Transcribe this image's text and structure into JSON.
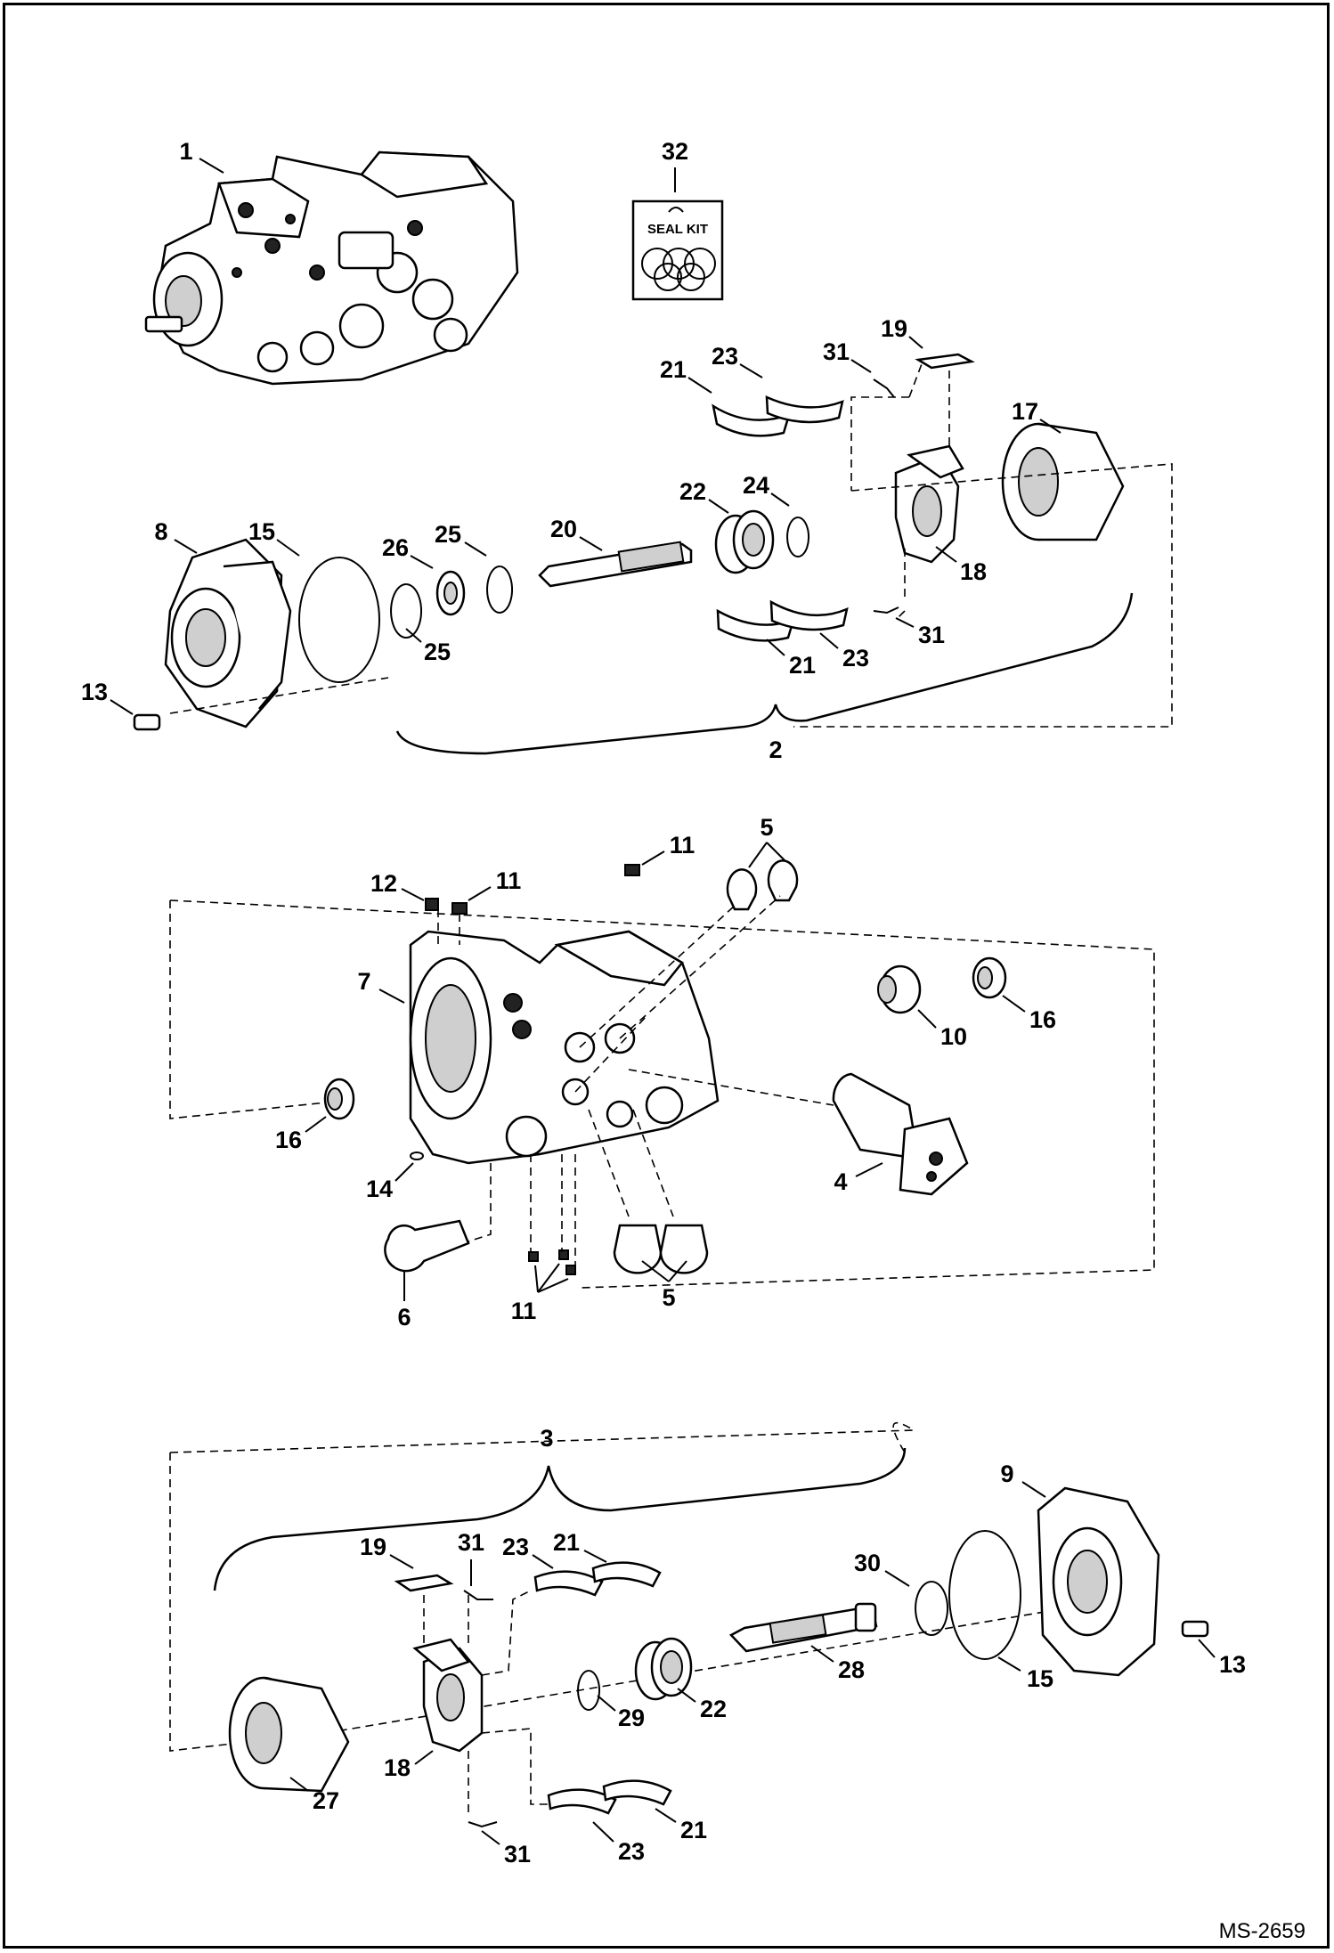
{
  "doc_id": "MS-2659",
  "seal_kit_text": "SEAL KIT",
  "callouts": [
    {
      "id": "c1",
      "text": "1"
    },
    {
      "id": "c32",
      "text": "32"
    },
    {
      "id": "c19a",
      "text": "19"
    },
    {
      "id": "c31a",
      "text": "31"
    },
    {
      "id": "c23a",
      "text": "23"
    },
    {
      "id": "c21a",
      "text": "21"
    },
    {
      "id": "c17",
      "text": "17"
    },
    {
      "id": "c8",
      "text": "8"
    },
    {
      "id": "c15a",
      "text": "15"
    },
    {
      "id": "c26",
      "text": "26"
    },
    {
      "id": "c25a",
      "text": "25"
    },
    {
      "id": "c20",
      "text": "20"
    },
    {
      "id": "c22a",
      "text": "22"
    },
    {
      "id": "c24",
      "text": "24"
    },
    {
      "id": "c18a",
      "text": "18"
    },
    {
      "id": "c25b",
      "text": "25"
    },
    {
      "id": "c31b",
      "text": "31"
    },
    {
      "id": "c21b",
      "text": "21"
    },
    {
      "id": "c23b",
      "text": "23"
    },
    {
      "id": "c13a",
      "text": "13"
    },
    {
      "id": "c2",
      "text": "2"
    },
    {
      "id": "c5a",
      "text": "5"
    },
    {
      "id": "c11a",
      "text": "11"
    },
    {
      "id": "c12",
      "text": "12"
    },
    {
      "id": "c11b",
      "text": "11"
    },
    {
      "id": "c7",
      "text": "7"
    },
    {
      "id": "c10",
      "text": "10"
    },
    {
      "id": "c16a",
      "text": "16"
    },
    {
      "id": "c16b",
      "text": "16"
    },
    {
      "id": "c14",
      "text": "14"
    },
    {
      "id": "c4",
      "text": "4"
    },
    {
      "id": "c6",
      "text": "6"
    },
    {
      "id": "c11c",
      "text": "11"
    },
    {
      "id": "c5b",
      "text": "5"
    },
    {
      "id": "c3",
      "text": "3"
    },
    {
      "id": "c9",
      "text": "9"
    },
    {
      "id": "c19b",
      "text": "19"
    },
    {
      "id": "c31c",
      "text": "31"
    },
    {
      "id": "c23c",
      "text": "23"
    },
    {
      "id": "c21c",
      "text": "21"
    },
    {
      "id": "c30",
      "text": "30"
    },
    {
      "id": "c13b",
      "text": "13"
    },
    {
      "id": "c28",
      "text": "28"
    },
    {
      "id": "c15b",
      "text": "15"
    },
    {
      "id": "c29",
      "text": "29"
    },
    {
      "id": "c22b",
      "text": "22"
    },
    {
      "id": "c18b",
      "text": "18"
    },
    {
      "id": "c27",
      "text": "27"
    },
    {
      "id": "c31d",
      "text": "31"
    },
    {
      "id": "c23d",
      "text": "23"
    },
    {
      "id": "c21d",
      "text": "21"
    }
  ]
}
